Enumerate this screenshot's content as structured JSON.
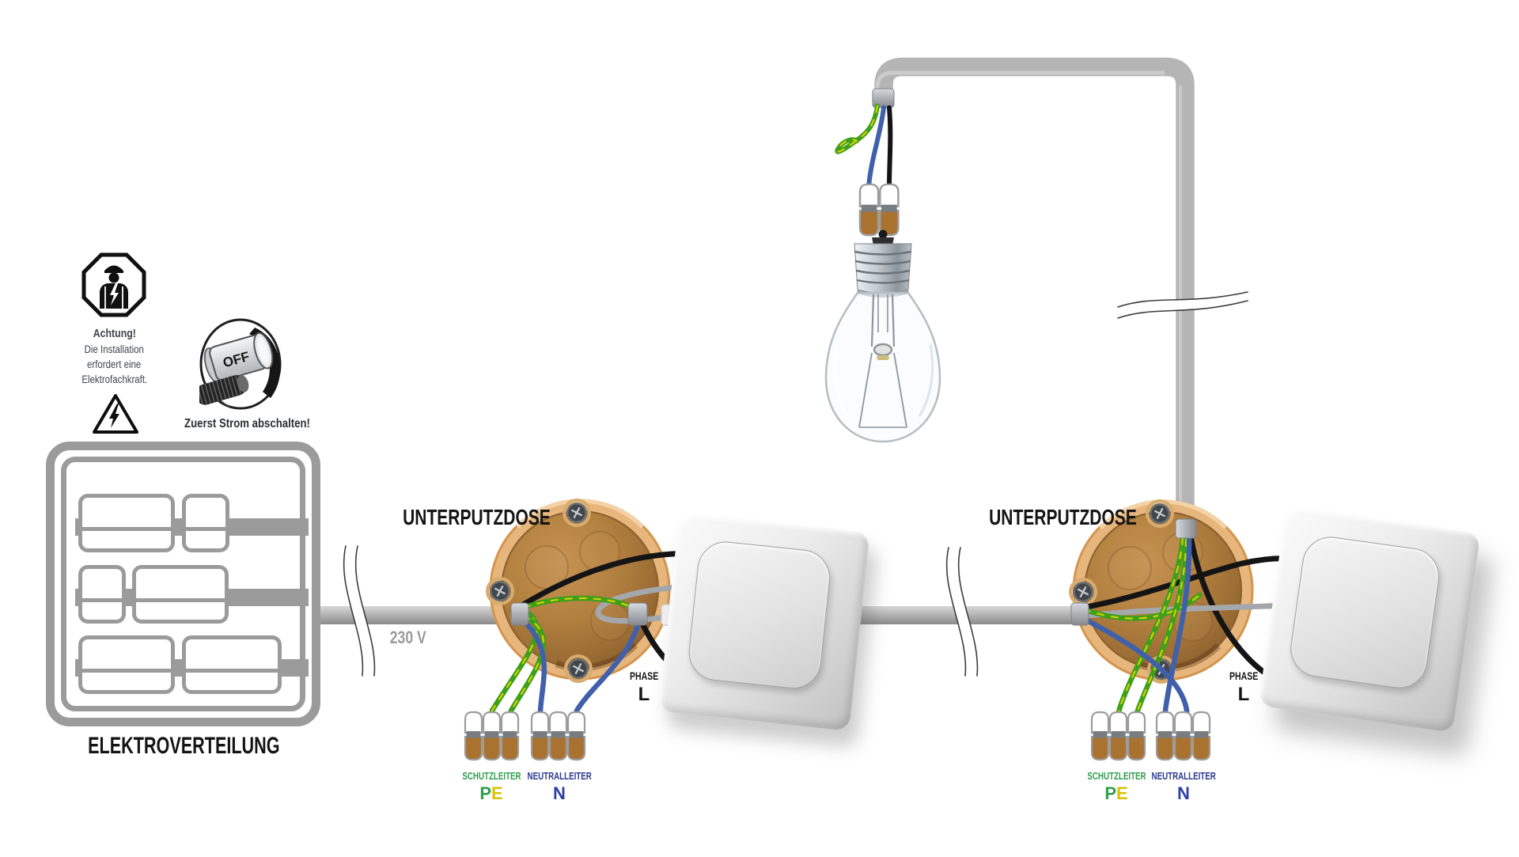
{
  "warning": {
    "attention_title": "Achtung!",
    "attention_lines": [
      "Die Installation",
      "erfordert eine",
      "Elektrofachkraft."
    ],
    "off_label": "OFF",
    "power_off_note": "Zuerst Strom abschalten!"
  },
  "distribution": {
    "label": "ELEKTROVERTEILUNG",
    "voltage": "230 V"
  },
  "boxes": [
    {
      "label": "UNTERPUTZDOSE",
      "pe_title": "SCHUTZLEITER",
      "pe_p": "P",
      "pe_e": "E",
      "n_title": "NEUTRALLEITER",
      "n_code": "N",
      "phase_title": "PHASE",
      "phase_code": "L"
    },
    {
      "label": "UNTERPUTZDOSE",
      "pe_title": "SCHUTZLEITER",
      "pe_p": "P",
      "pe_e": "E",
      "n_title": "NEUTRALLEITER",
      "n_code": "N",
      "phase_title": "PHASE",
      "phase_code": "L"
    }
  ],
  "colors": {
    "cable_gray": "#b3b3b3",
    "box_rim_tan": "#e7b67c",
    "box_bowl_brown": "#b2803f",
    "connector_brown": "#aa722f",
    "wire_green": "#3da019",
    "wire_yellow_stripe": "#d6d000",
    "wire_blue": "#4160ab",
    "wire_black": "#141414",
    "wire_gray": "#a4a8ac",
    "pe_green": "#2f9e4e",
    "pe_yellow": "#d9c300",
    "n_blue": "#2b3a8f",
    "label_black": "#141414",
    "muted_gray": "#9b9b9b"
  }
}
